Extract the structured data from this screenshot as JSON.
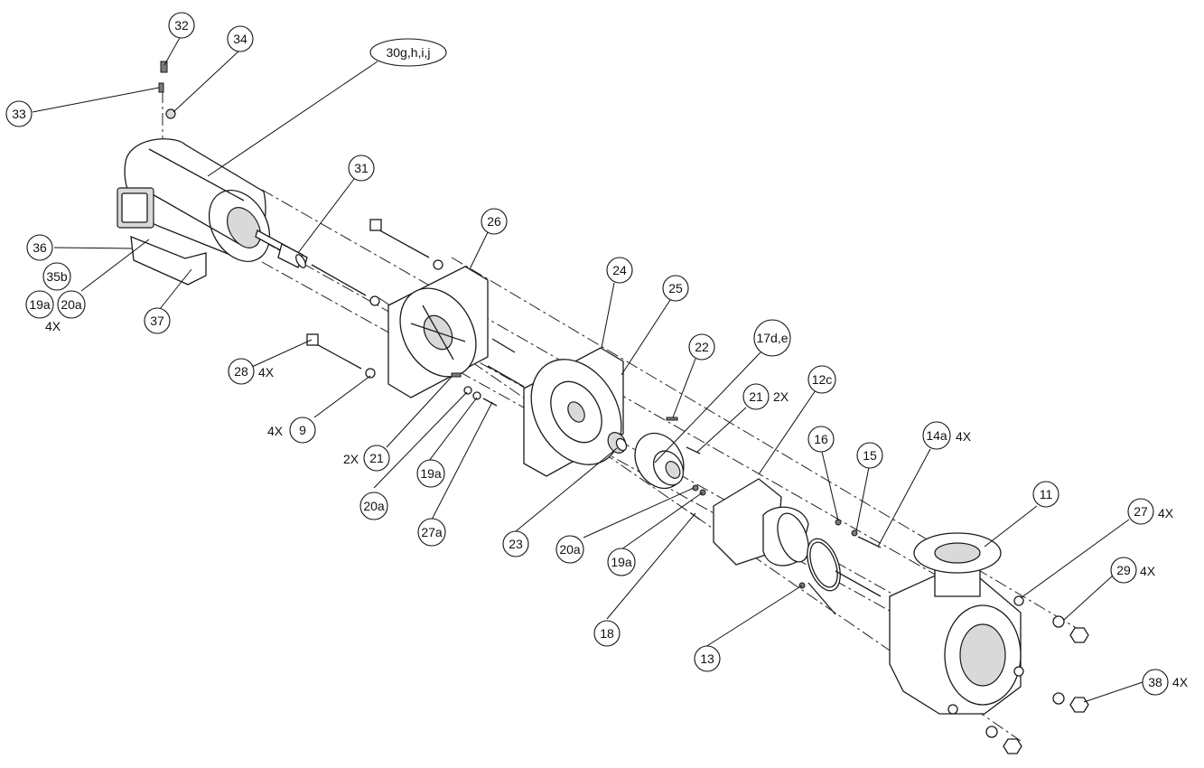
{
  "callouts": {
    "c32": "32",
    "c34": "34",
    "c33": "33",
    "c30": "30g,h,i,j",
    "c31": "31",
    "c26": "26",
    "c36": "36",
    "c35b": "35b",
    "c19a_m": "19a",
    "c20a_m": "20a",
    "c37": "37",
    "c24": "24",
    "c25": "25",
    "c22": "22",
    "c17": "17d,e",
    "c28": "28",
    "c21a": "21",
    "c12c": "12c",
    "c9": "9",
    "c21b": "21",
    "c16": "16",
    "c15": "15",
    "c14a": "14a",
    "c11": "11",
    "c27": "27",
    "c29": "29",
    "c19a_b": "19a",
    "c20a_b": "20a",
    "c27a": "27a",
    "c23": "23",
    "c20a_c": "20a",
    "c19a_c": "19a",
    "c18": "18",
    "c13": "13",
    "c38": "38"
  },
  "quantities": {
    "q_motor_mount": "4X",
    "q28": "4X",
    "q9": "4X",
    "q21b": "2X",
    "q21a": "2X",
    "q14a": "4X",
    "q27": "4X",
    "q29": "4X",
    "q38": "4X"
  }
}
